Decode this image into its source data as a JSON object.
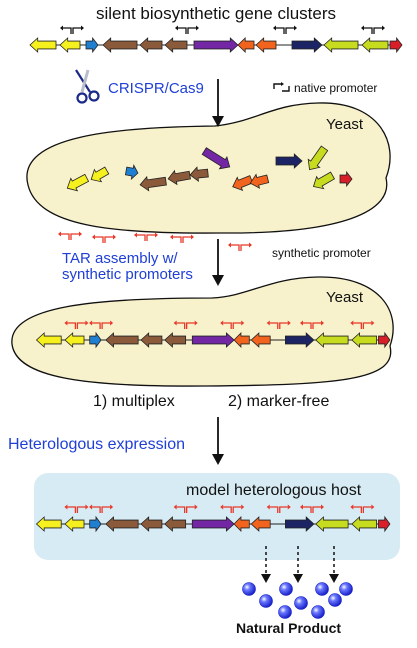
{
  "title": "silent biosynthetic gene clusters",
  "steps": {
    "crispr": "CRISPR/Cas9",
    "native_promoter": "native promoter",
    "yeast1": "Yeast",
    "synthetic_promoter": "synthetic promoter",
    "tar_line1": "TAR assembly w/",
    "tar_line2": "synthetic promoters",
    "yeast2": "Yeast",
    "multiplex": "1) multiplex",
    "marker_free": "2) marker-free",
    "heterologous_expression": "Heterologous expression",
    "host": "model heterologous host",
    "product": "Natural Product"
  },
  "colors": {
    "yellow": "#f5f01e",
    "lime": "#c7dc1f",
    "blue": "#1f7fd1",
    "brown": "#8b5a3a",
    "purple": "#7427a4",
    "orange": "#f2641e",
    "navy": "#1c2466",
    "red": "#d81e28",
    "cell_fill": "#f7f1cc",
    "host_fill": "#d6ebf3",
    "text_blue": "#1f3fd6",
    "promoter_red": "#e8382a"
  },
  "icons": {
    "scissors": "scissors-icon",
    "native_promoter": "promoter-icon-black",
    "synthetic_promoter": "promoter-icon-red",
    "product_spheres": "molecule-icon"
  }
}
